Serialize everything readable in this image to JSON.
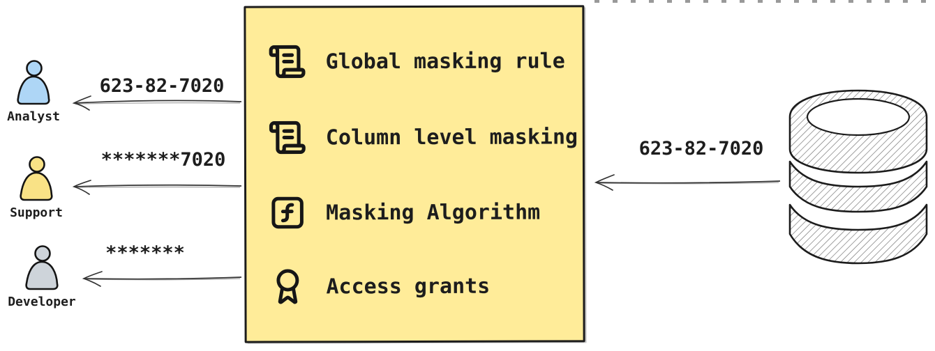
{
  "masking_box": {
    "items": [
      {
        "icon": "scroll-text-icon",
        "label": "Global masking rule"
      },
      {
        "icon": "scroll-text-icon",
        "label": "Column level masking"
      },
      {
        "icon": "function-square-icon",
        "label": "Masking Algorithm"
      },
      {
        "icon": "award-icon",
        "label": "Access grants"
      }
    ],
    "background_color": "#ffec99"
  },
  "consumers": [
    {
      "name": "Analyst",
      "received_value": "623-82-7020",
      "color": "#aed6f6"
    },
    {
      "name": "Support",
      "received_value": "*******7020",
      "color": "#f9e286"
    },
    {
      "name": "Developer",
      "received_value": "*******",
      "color": "#ced4da"
    }
  ],
  "database": {
    "output_value": "623-82-7020"
  },
  "colors": {
    "ink": "#1d1d1d",
    "arrow": "#333333"
  }
}
